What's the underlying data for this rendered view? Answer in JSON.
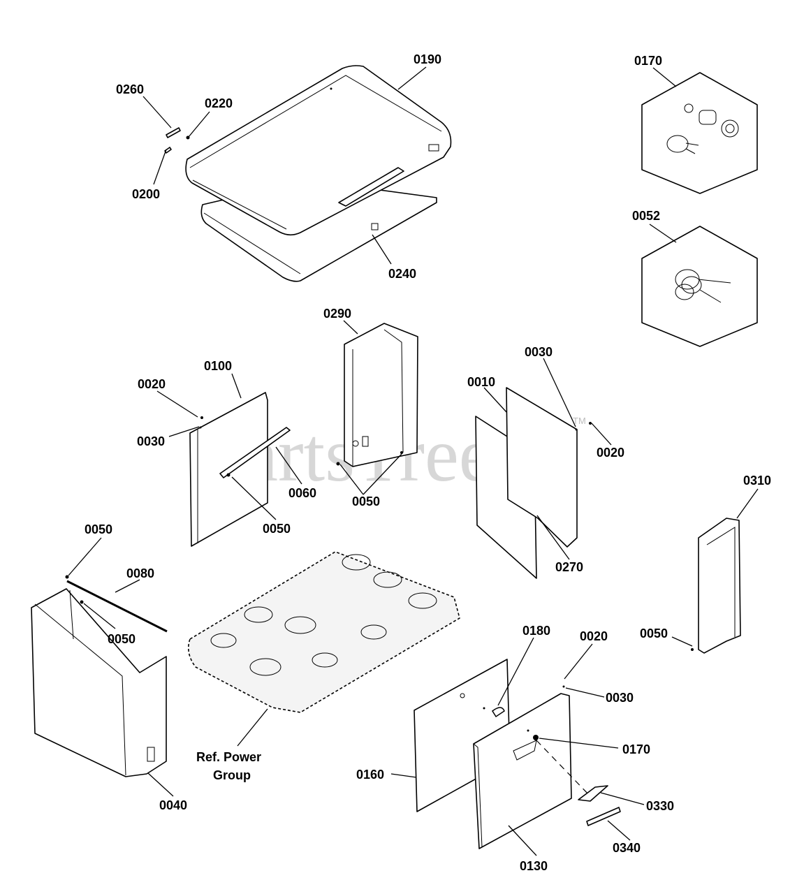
{
  "watermark": {
    "text": "PartsTree",
    "trademark": "TM"
  },
  "callouts": {
    "c0190": "0190",
    "c0260": "0260",
    "c0220": "0220",
    "c0200": "0200",
    "c0240": "0240",
    "c0170_top": "0170",
    "c0052": "0052",
    "c0290": "0290",
    "c0100": "0100",
    "c0020_left": "0020",
    "c0030_left": "0030",
    "c0060": "0060",
    "c0050_mid_left": "0050",
    "c0050_center": "0050",
    "c0010": "0010",
    "c0030_right": "0030",
    "c0020_right": "0020",
    "c0270": "0270",
    "c0310": "0310",
    "c0050_right": "0050",
    "c0050_top_left": "0050",
    "c0080": "0080",
    "c0050_lower_left": "0050",
    "c0040": "0040",
    "ref_power_1": "Ref. Power",
    "ref_power_2": "Group",
    "c0180": "0180",
    "c0020_door": "0020",
    "c0030_door": "0030",
    "c0170_door": "0170",
    "c0160": "0160",
    "c0330": "0330",
    "c0340": "0340",
    "c0130": "0130"
  }
}
